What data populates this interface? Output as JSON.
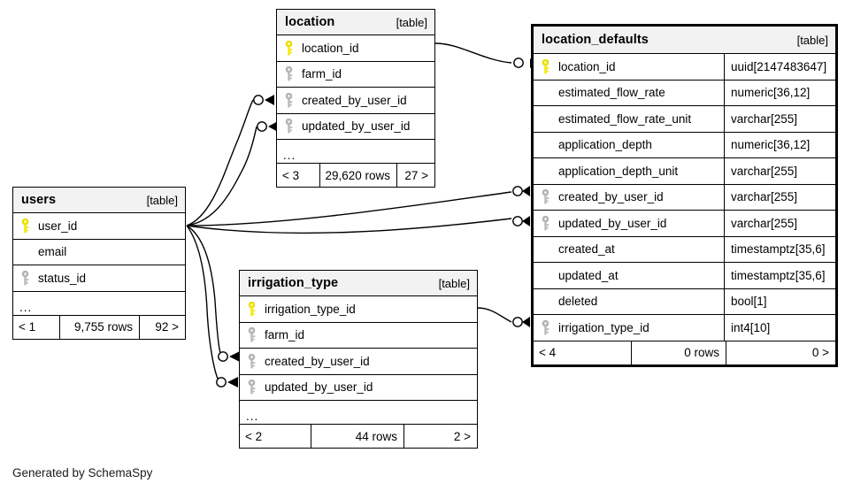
{
  "diagram": {
    "generator_caption": "Generated by SchemaSpy",
    "type_label": "[table]",
    "ellipsis": "...",
    "colors": {
      "primary_key": "#f2e600",
      "foreign_key": "#b3b3b3",
      "header_fill": "#f2f2f2",
      "border": "#000000",
      "background": "#ffffff"
    }
  },
  "tables": [
    {
      "id": "users",
      "name": "users",
      "type": "[table]",
      "columns": [
        {
          "name": "user_id",
          "key": "primary"
        },
        {
          "name": "email",
          "key": "none"
        },
        {
          "name": "status_id",
          "key": "foreign"
        }
      ],
      "has_ellipsis": true,
      "footer": {
        "left": "< 1",
        "middle": "9,755 rows",
        "right": "92 >"
      }
    },
    {
      "id": "location",
      "name": "location",
      "type": "[table]",
      "columns": [
        {
          "name": "location_id",
          "key": "primary"
        },
        {
          "name": "farm_id",
          "key": "foreign"
        },
        {
          "name": "created_by_user_id",
          "key": "foreign"
        },
        {
          "name": "updated_by_user_id",
          "key": "foreign"
        }
      ],
      "has_ellipsis": true,
      "footer": {
        "left": "< 3",
        "middle": "29,620 rows",
        "right": "27 >"
      }
    },
    {
      "id": "irrigation_type",
      "name": "irrigation_type",
      "type": "[table]",
      "columns": [
        {
          "name": "irrigation_type_id",
          "key": "primary"
        },
        {
          "name": "farm_id",
          "key": "foreign"
        },
        {
          "name": "created_by_user_id",
          "key": "foreign"
        },
        {
          "name": "updated_by_user_id",
          "key": "foreign"
        }
      ],
      "has_ellipsis": true,
      "footer": {
        "left": "< 2",
        "middle": "44 rows",
        "right": "2 >"
      }
    },
    {
      "id": "location_defaults",
      "name": "location_defaults",
      "type": "[table]",
      "focus": true,
      "columns": [
        {
          "name": "location_id",
          "key": "primary",
          "datatype": "uuid[2147483647]"
        },
        {
          "name": "estimated_flow_rate",
          "key": "none",
          "datatype": "numeric[36,12]"
        },
        {
          "name": "estimated_flow_rate_unit",
          "key": "none",
          "datatype": "varchar[255]"
        },
        {
          "name": "application_depth",
          "key": "none",
          "datatype": "numeric[36,12]"
        },
        {
          "name": "application_depth_unit",
          "key": "none",
          "datatype": "varchar[255]"
        },
        {
          "name": "created_by_user_id",
          "key": "foreign",
          "datatype": "varchar[255]"
        },
        {
          "name": "updated_by_user_id",
          "key": "foreign",
          "datatype": "varchar[255]"
        },
        {
          "name": "created_at",
          "key": "none",
          "datatype": "timestamptz[35,6]"
        },
        {
          "name": "updated_at",
          "key": "none",
          "datatype": "timestamptz[35,6]"
        },
        {
          "name": "deleted",
          "key": "none",
          "datatype": "bool[1]"
        },
        {
          "name": "irrigation_type_id",
          "key": "foreign",
          "datatype": "int4[10]"
        }
      ],
      "has_ellipsis": false,
      "footer": {
        "left": "< 4",
        "middle": "0 rows",
        "right": "0 >"
      }
    }
  ],
  "relationships": [
    {
      "from_table": "location",
      "from_column": "location_id",
      "to_table": "location_defaults",
      "to_column": "location_id"
    },
    {
      "from_table": "users",
      "from_column": "user_id",
      "to_table": "location",
      "to_column": "created_by_user_id"
    },
    {
      "from_table": "users",
      "from_column": "user_id",
      "to_table": "location",
      "to_column": "updated_by_user_id"
    },
    {
      "from_table": "users",
      "from_column": "user_id",
      "to_table": "location_defaults",
      "to_column": "created_by_user_id"
    },
    {
      "from_table": "users",
      "from_column": "user_id",
      "to_table": "location_defaults",
      "to_column": "updated_by_user_id"
    },
    {
      "from_table": "users",
      "from_column": "user_id",
      "to_table": "irrigation_type",
      "to_column": "created_by_user_id"
    },
    {
      "from_table": "users",
      "from_column": "user_id",
      "to_table": "irrigation_type",
      "to_column": "updated_by_user_id"
    },
    {
      "from_table": "irrigation_type",
      "from_column": "irrigation_type_id",
      "to_table": "location_defaults",
      "to_column": "irrigation_type_id"
    }
  ]
}
